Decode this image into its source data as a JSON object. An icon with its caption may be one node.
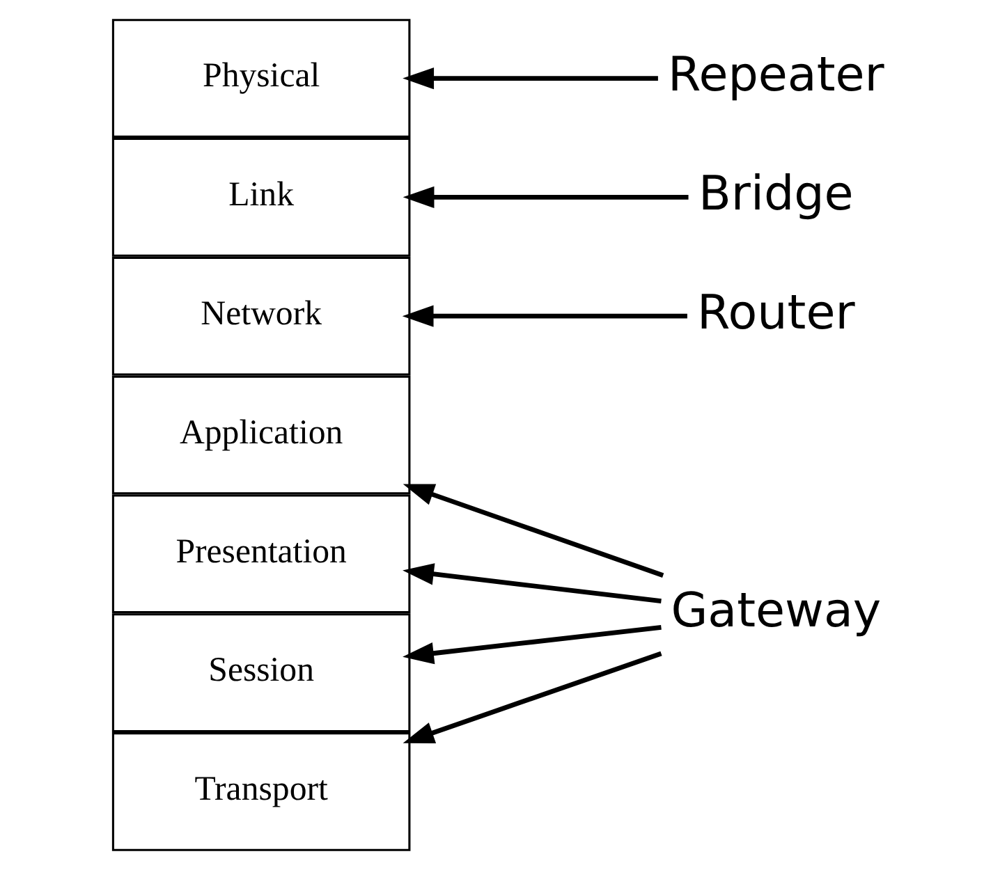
{
  "diagram": {
    "nodes": [
      {
        "text": [
          "Application"
        ]
      },
      {
        "text": [
          "Presentation"
        ]
      },
      {
        "text": [
          "Session"
        ]
      },
      {
        "text": [
          "Transport"
        ]
      },
      {
        "text": [
          "Network"
        ]
      },
      {
        "text": [
          "Link"
        ]
      },
      {
        "text": [
          "Physical"
        ]
      },
      {
        "text": [
          "Gateway"
        ]
      },
      {
        "text": [
          "Router"
        ]
      },
      {
        "text": [
          "Bridge"
        ]
      },
      {
        "text": [
          "Repeater"
        ]
      }
    ],
    "edges": [
      {
        "from": 7,
        "to": 0,
        "arrow": "to"
      },
      {
        "from": 7,
        "to": 1,
        "arrow": "to"
      },
      {
        "from": 7,
        "to": 2,
        "arrow": "to"
      },
      {
        "from": 7,
        "to": 3,
        "arrow": "to"
      },
      {
        "from": 8,
        "to": 4,
        "arrow": "to"
      },
      {
        "from": 9,
        "to": 5,
        "arrow": "to"
      },
      {
        "from": 10,
        "to": 6,
        "arrow": "to"
      }
    ]
  }
}
